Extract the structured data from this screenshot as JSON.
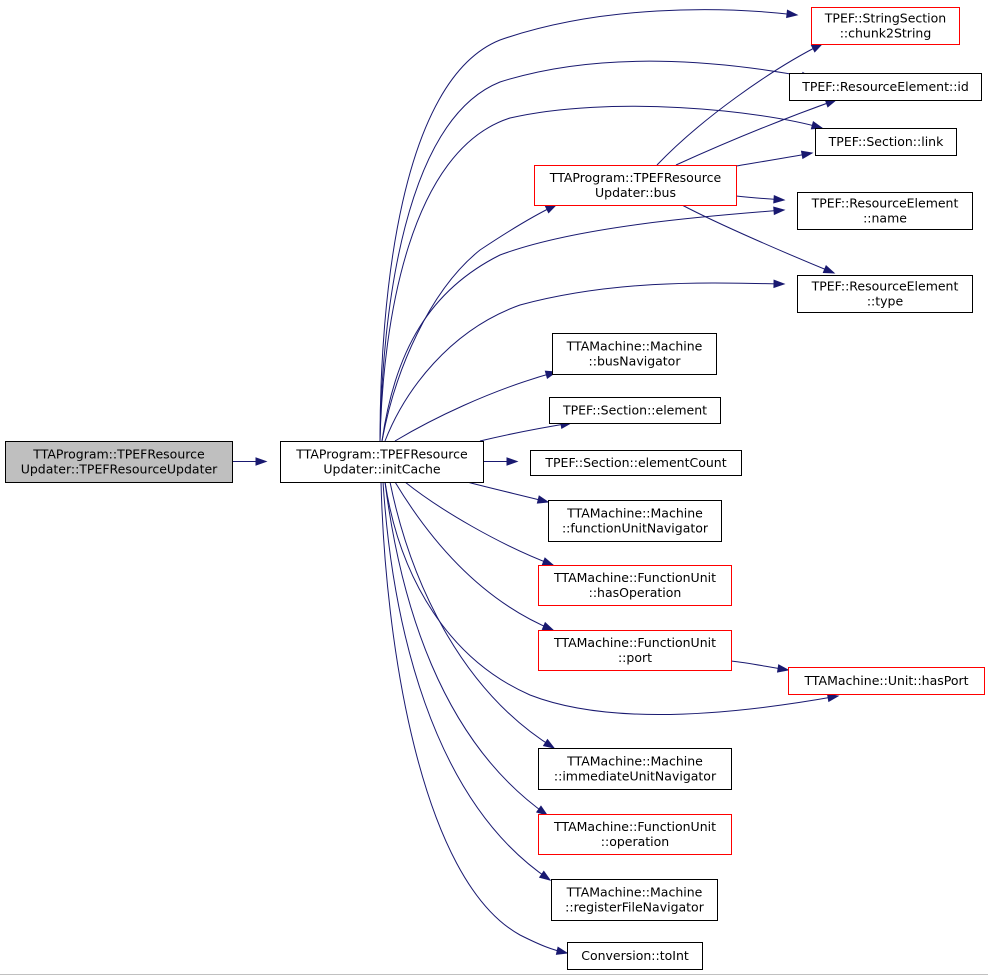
{
  "diagram": {
    "colors": {
      "edge": "#191970",
      "root_fill": "#bfbfbf",
      "node_border": "#000000",
      "truncated_border": "#ff0000"
    },
    "nodes": [
      {
        "id": "ctor",
        "lines": [
          "TTAProgram::TPEFResource",
          "Updater::TPEFResourceUpdater"
        ],
        "style": "root"
      },
      {
        "id": "initCache",
        "lines": [
          "TTAProgram::TPEFResource",
          "Updater::initCache"
        ],
        "style": "normal"
      },
      {
        "id": "bus",
        "lines": [
          "TTAProgram::TPEFResource",
          "Updater::bus"
        ],
        "style": "truncated"
      },
      {
        "id": "chunk2String",
        "lines": [
          "TPEF::StringSection",
          "::chunk2String"
        ],
        "style": "truncated"
      },
      {
        "id": "reId",
        "lines": [
          "TPEF::ResourceElement::id"
        ],
        "style": "normal"
      },
      {
        "id": "link",
        "lines": [
          "TPEF::Section::link"
        ],
        "style": "normal"
      },
      {
        "id": "reName",
        "lines": [
          "TPEF::ResourceElement",
          "::name"
        ],
        "style": "normal"
      },
      {
        "id": "reType",
        "lines": [
          "TPEF::ResourceElement",
          "::type"
        ],
        "style": "normal"
      },
      {
        "id": "busNav",
        "lines": [
          "TTAMachine::Machine",
          "::busNavigator"
        ],
        "style": "normal"
      },
      {
        "id": "element",
        "lines": [
          "TPEF::Section::element"
        ],
        "style": "normal"
      },
      {
        "id": "elementCount",
        "lines": [
          "TPEF::Section::elementCount"
        ],
        "style": "normal"
      },
      {
        "id": "fuNav",
        "lines": [
          "TTAMachine::Machine",
          "::functionUnitNavigator"
        ],
        "style": "normal"
      },
      {
        "id": "hasOperation",
        "lines": [
          "TTAMachine::FunctionUnit",
          "::hasOperation"
        ],
        "style": "truncated"
      },
      {
        "id": "port",
        "lines": [
          "TTAMachine::FunctionUnit",
          "::port"
        ],
        "style": "truncated"
      },
      {
        "id": "hasPort",
        "lines": [
          "TTAMachine::Unit::hasPort"
        ],
        "style": "truncated"
      },
      {
        "id": "iuNav",
        "lines": [
          "TTAMachine::Machine",
          "::immediateUnitNavigator"
        ],
        "style": "normal"
      },
      {
        "id": "operation",
        "lines": [
          "TTAMachine::FunctionUnit",
          "::operation"
        ],
        "style": "truncated"
      },
      {
        "id": "rfNav",
        "lines": [
          "TTAMachine::Machine",
          "::registerFileNavigator"
        ],
        "style": "normal"
      },
      {
        "id": "toInt",
        "lines": [
          "Conversion::toInt"
        ],
        "style": "normal"
      }
    ],
    "edges": [
      {
        "from": "ctor",
        "to": "initCache"
      },
      {
        "from": "initCache",
        "to": "chunk2String"
      },
      {
        "from": "initCache",
        "to": "reId"
      },
      {
        "from": "initCache",
        "to": "link"
      },
      {
        "from": "initCache",
        "to": "bus"
      },
      {
        "from": "initCache",
        "to": "reName"
      },
      {
        "from": "initCache",
        "to": "reType"
      },
      {
        "from": "initCache",
        "to": "busNav"
      },
      {
        "from": "initCache",
        "to": "element"
      },
      {
        "from": "initCache",
        "to": "elementCount"
      },
      {
        "from": "initCache",
        "to": "fuNav"
      },
      {
        "from": "initCache",
        "to": "hasOperation"
      },
      {
        "from": "initCache",
        "to": "port"
      },
      {
        "from": "initCache",
        "to": "hasPort"
      },
      {
        "from": "initCache",
        "to": "iuNav"
      },
      {
        "from": "initCache",
        "to": "operation"
      },
      {
        "from": "initCache",
        "to": "rfNav"
      },
      {
        "from": "initCache",
        "to": "toInt"
      },
      {
        "from": "bus",
        "to": "chunk2String"
      },
      {
        "from": "bus",
        "to": "reId"
      },
      {
        "from": "bus",
        "to": "link"
      },
      {
        "from": "bus",
        "to": "reName"
      },
      {
        "from": "bus",
        "to": "reType"
      },
      {
        "from": "port",
        "to": "hasPort"
      }
    ]
  }
}
